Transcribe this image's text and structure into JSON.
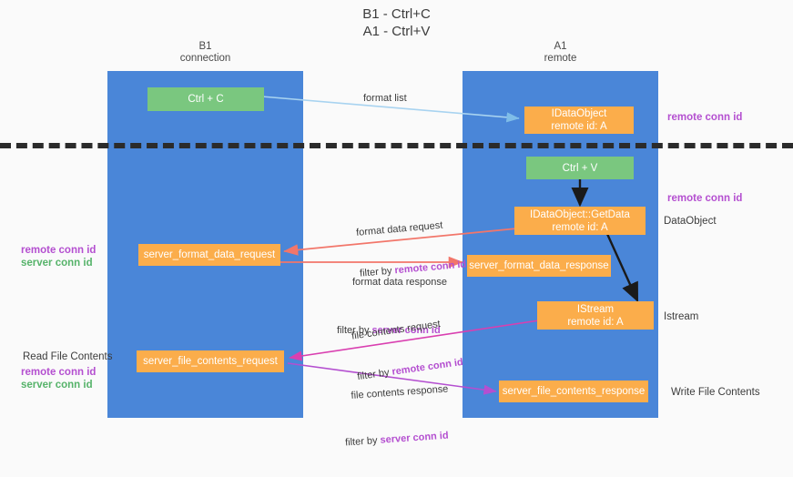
{
  "title": "B1 - Ctrl+C\nA1 - Ctrl+V",
  "columns": [
    {
      "id": "b1",
      "heading": "B1\nconnection"
    },
    {
      "id": "a1",
      "heading": "A1\nremote"
    }
  ],
  "boxes": {
    "ctrl_c": {
      "label": "Ctrl + C",
      "color": "#7ac77f"
    },
    "idataobject": {
      "line1": "IDataObject",
      "line2": "remote id: A",
      "color": "#fbad4b"
    },
    "ctrl_v": {
      "label": "Ctrl + V",
      "color": "#7ac77f"
    },
    "getdata": {
      "line1": "IDataObject::GetData",
      "line2": "remote id: A",
      "color": "#fbad4b"
    },
    "server_format_data_request": {
      "label": "server_format_data_request",
      "color": "#fbad4b"
    },
    "server_format_data_response": {
      "label": "server_format_data_response",
      "color": "#fbad4b"
    },
    "istream": {
      "line1": "IStream",
      "line2": "remote id: A",
      "color": "#fbad4b"
    },
    "server_file_contents_request": {
      "label": "server_file_contents_request",
      "color": "#fbad4b"
    },
    "server_file_contents_response": {
      "label": "server_file_contents_response",
      "color": "#fbad4b"
    }
  },
  "right_labels": {
    "remote_conn_id_top": "remote conn id",
    "remote_conn_id_mid": "remote conn id",
    "dataobject": "DataObject",
    "istream": "Istream",
    "write_file_contents": "Write File Contents"
  },
  "left_labels": {
    "remote_conn_id": "remote conn id",
    "server_conn_id": "server conn id",
    "read_file_contents": "Read File Contents",
    "remote_conn_id_2": "remote conn id",
    "server_conn_id_2": "server conn id"
  },
  "edges": {
    "format_list": "format list",
    "format_data_request": "format data request",
    "format_data_request_filter_prefix": "filter by ",
    "format_data_request_filter_key": "remote conn id",
    "format_data_response": "format data response",
    "format_data_response_filter_prefix": "filter by ",
    "format_data_response_filter_key": "server conn id",
    "file_contents_request": "file contents request",
    "file_contents_request_filter_prefix": "filter by ",
    "file_contents_request_filter_key": "remote conn id",
    "file_contents_response": "file contents response",
    "file_contents_response_filter_prefix": "filter by ",
    "file_contents_response_filter_key": "server conn id"
  },
  "colors": {
    "lane": "#4a86d8",
    "green_box": "#7ac77f",
    "orange_box": "#fbad4b",
    "purple_text": "#b44fd0",
    "green_text": "#56b36a",
    "arrow_light_blue": "#a8d3f0",
    "arrow_red": "#f2766a",
    "arrow_magenta": "#d93fb0",
    "arrow_purple": "#b44fd0",
    "arrow_black": "#1a1a1a",
    "divider": "#2b2b2b",
    "background": "#fafafa"
  }
}
